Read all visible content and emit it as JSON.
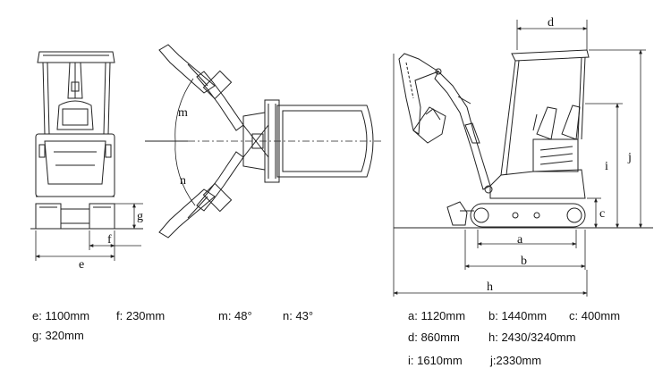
{
  "labels": {
    "e": "e",
    "f": "f",
    "g": "g",
    "m": "m",
    "n": "n",
    "a": "a",
    "b": "b",
    "c": "c",
    "d": "d",
    "h": "h",
    "i": "i",
    "j": "j"
  },
  "specs": {
    "e": "e: 1100mm",
    "f": "f: 230mm",
    "g": "g: 320mm",
    "m": "m: 48°",
    "n": "n: 43°",
    "a": "a: 1120mm",
    "b": "b: 1440mm",
    "c": "c: 400mm",
    "d": "d: 860mm",
    "h": "h: 2430/3240mm",
    "i": "i: 1610mm",
    "j": "j:2330mm"
  }
}
